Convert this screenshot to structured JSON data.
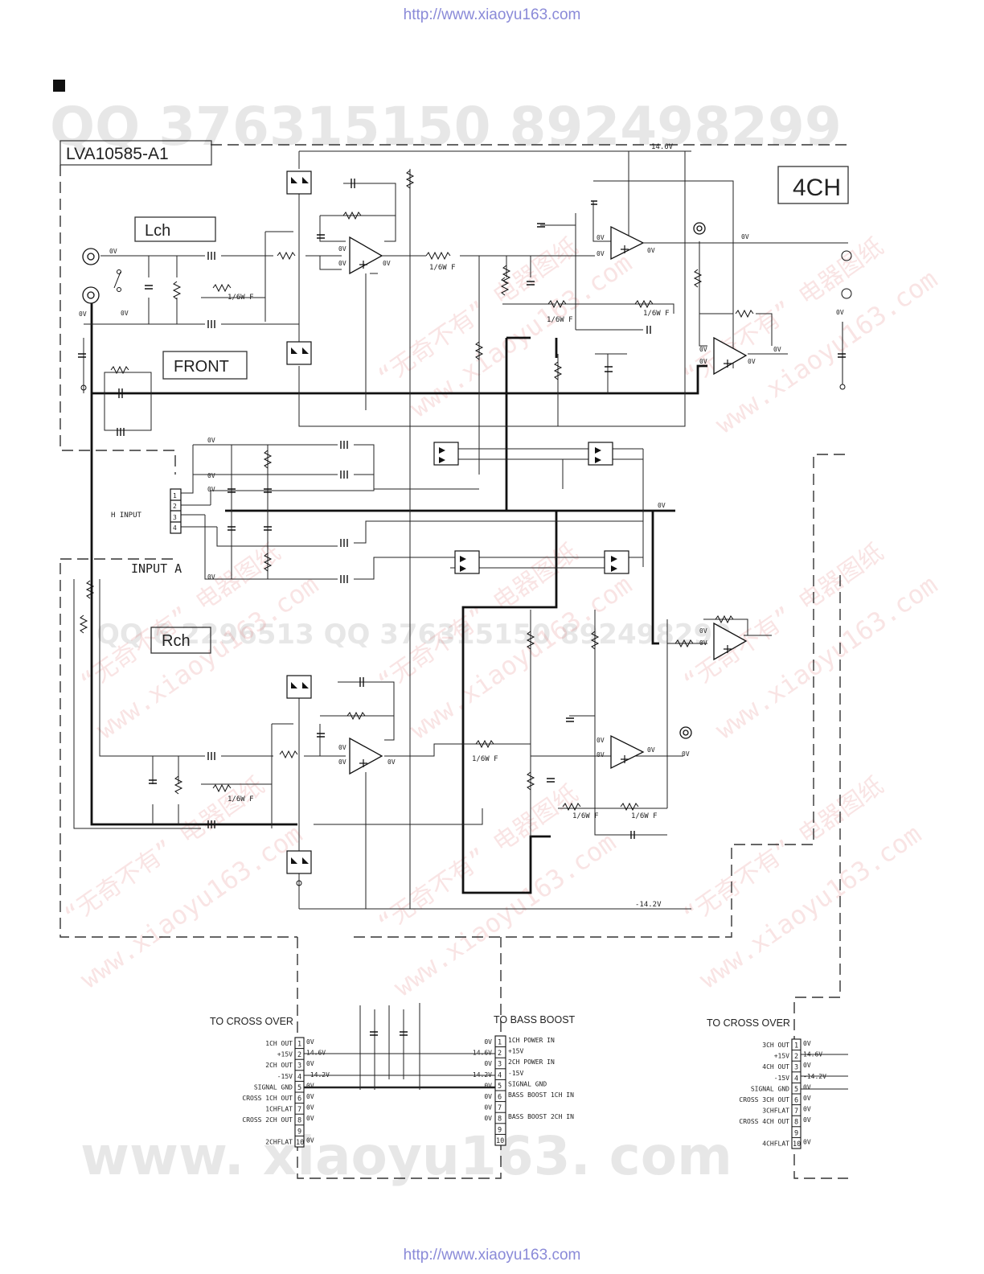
{
  "header_url": "http://www.xiaoyu163.com",
  "footer_url": "http://www.xiaoyu163.com",
  "watermarks": {
    "qq_top": "QQ 376315150    892498299",
    "qq_mid": "QQ 6 2296513    QQ 376315150 892498299",
    "site_bottom": "www. xiaoyu163. com",
    "diag_cn": "“无奇不有” 电器图纸",
    "diag_url": "www.xiaoyu163.com"
  },
  "board": {
    "id": "LVA10585-A1",
    "tag_4ch": "4CH",
    "lch": "Lch",
    "front": "FRONT",
    "rch": "Rch",
    "h_input": "H INPUT",
    "input_a": "INPUT A",
    "rail_pos": "14.6V",
    "rail_neg": "-14.2V",
    "rail_ov": "0V",
    "res_16wf": "1/6W F"
  },
  "connectors": [
    {
      "title": "TO CROSS OVER",
      "pins": [
        {
          "n": "1",
          "left": "1CH OUT",
          "right": "0V"
        },
        {
          "n": "2",
          "left": "+15V",
          "right": "14.6V"
        },
        {
          "n": "3",
          "left": "2CH OUT",
          "right": "0V"
        },
        {
          "n": "4",
          "left": "-15V",
          "right": "-14.2V"
        },
        {
          "n": "5",
          "left": "SIGNAL GND",
          "right": "0V"
        },
        {
          "n": "6",
          "left": "CROSS 1CH OUT",
          "right": "0V"
        },
        {
          "n": "7",
          "left": "1CHFLAT",
          "right": "0V"
        },
        {
          "n": "8",
          "left": "CROSS 2CH OUT",
          "right": "0V"
        },
        {
          "n": "9",
          "left": "",
          "right": ""
        },
        {
          "n": "10",
          "left": "2CHFLAT",
          "right": "0V"
        }
      ]
    },
    {
      "title": "TO BASS BOOST",
      "pins": [
        {
          "n": "1",
          "left": "0V",
          "right": "1CH POWER IN"
        },
        {
          "n": "2",
          "left": "14.6V",
          "right": "+15V"
        },
        {
          "n": "3",
          "left": "0V",
          "right": "2CH POWER IN"
        },
        {
          "n": "4",
          "left": "-14.2V",
          "right": "-15V"
        },
        {
          "n": "5",
          "left": "0V",
          "right": "SIGNAL GND"
        },
        {
          "n": "6",
          "left": "0V",
          "right": "BASS BOOST 1CH IN"
        },
        {
          "n": "7",
          "left": "0V",
          "right": ""
        },
        {
          "n": "8",
          "left": "0V",
          "right": "BASS BOOST 2CH IN"
        },
        {
          "n": "9",
          "left": "",
          "right": ""
        },
        {
          "n": "10",
          "left": "",
          "right": ""
        }
      ]
    },
    {
      "title": "TO CROSS OVER",
      "pins": [
        {
          "n": "1",
          "left": "3CH OUT",
          "right": "0V"
        },
        {
          "n": "2",
          "left": "+15V",
          "right": "14.6V"
        },
        {
          "n": "3",
          "left": "4CH OUT",
          "right": "0V"
        },
        {
          "n": "4",
          "left": "-15V",
          "right": "-14.2V"
        },
        {
          "n": "5",
          "left": "SIGNAL GND",
          "right": "0V"
        },
        {
          "n": "6",
          "left": "CROSS 3CH OUT",
          "right": "0V"
        },
        {
          "n": "7",
          "left": "3CHFLAT",
          "right": "0V"
        },
        {
          "n": "8",
          "left": "CROSS 4CH OUT",
          "right": "0V"
        },
        {
          "n": "9",
          "left": "",
          "right": ""
        },
        {
          "n": "10",
          "left": "4CHFLAT",
          "right": "0V"
        }
      ]
    }
  ]
}
